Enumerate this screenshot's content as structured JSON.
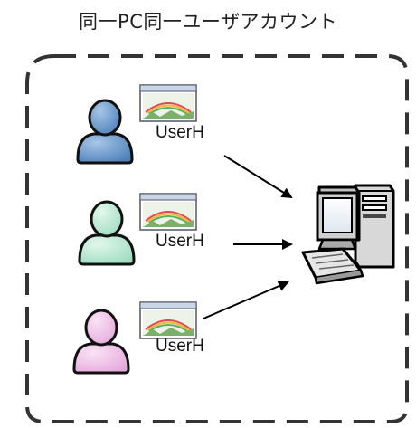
{
  "title": "同一PC同一ユーザアカウント",
  "users": [
    {
      "label": "UserH",
      "color": "#4d7fb8",
      "highlight": "#a7c6e8",
      "dark": "#24507f"
    },
    {
      "label": "UserH",
      "color": "#9fdcc0",
      "highlight": "#e2f7ec",
      "dark": "#5aa888"
    },
    {
      "label": "UserH",
      "color": "#e6a8dc",
      "highlight": "#f9e3f5",
      "dark": "#b467a8"
    }
  ],
  "icons": {
    "person": "person-icon",
    "app": "app-window-icon",
    "pc": "desktop-computer-icon"
  },
  "colors": {
    "border": "#333333",
    "arrow": "#000000"
  }
}
